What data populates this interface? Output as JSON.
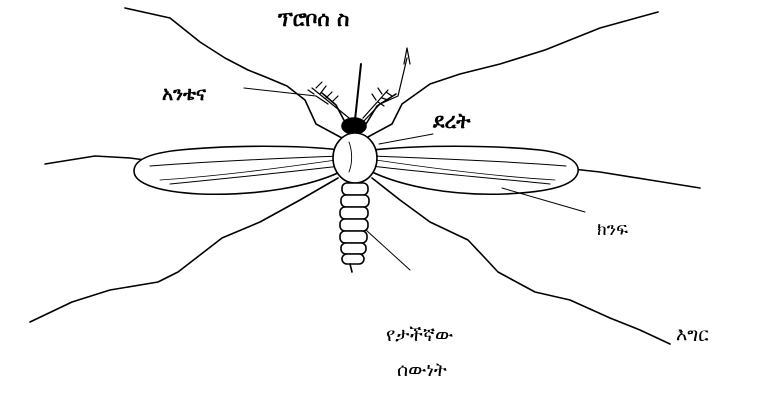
{
  "labels": {
    "proboscis": "ፕሮቦሰ ስ",
    "antenna": "አንቴና",
    "thorax": "ደረት",
    "wing": "ክንፍ",
    "abdomen_line1": "የታችኛው",
    "abdomen_line2": "ሰውነት",
    "leg": "እግር"
  },
  "colors": {
    "line": "#000000",
    "background": "#ffffff"
  }
}
